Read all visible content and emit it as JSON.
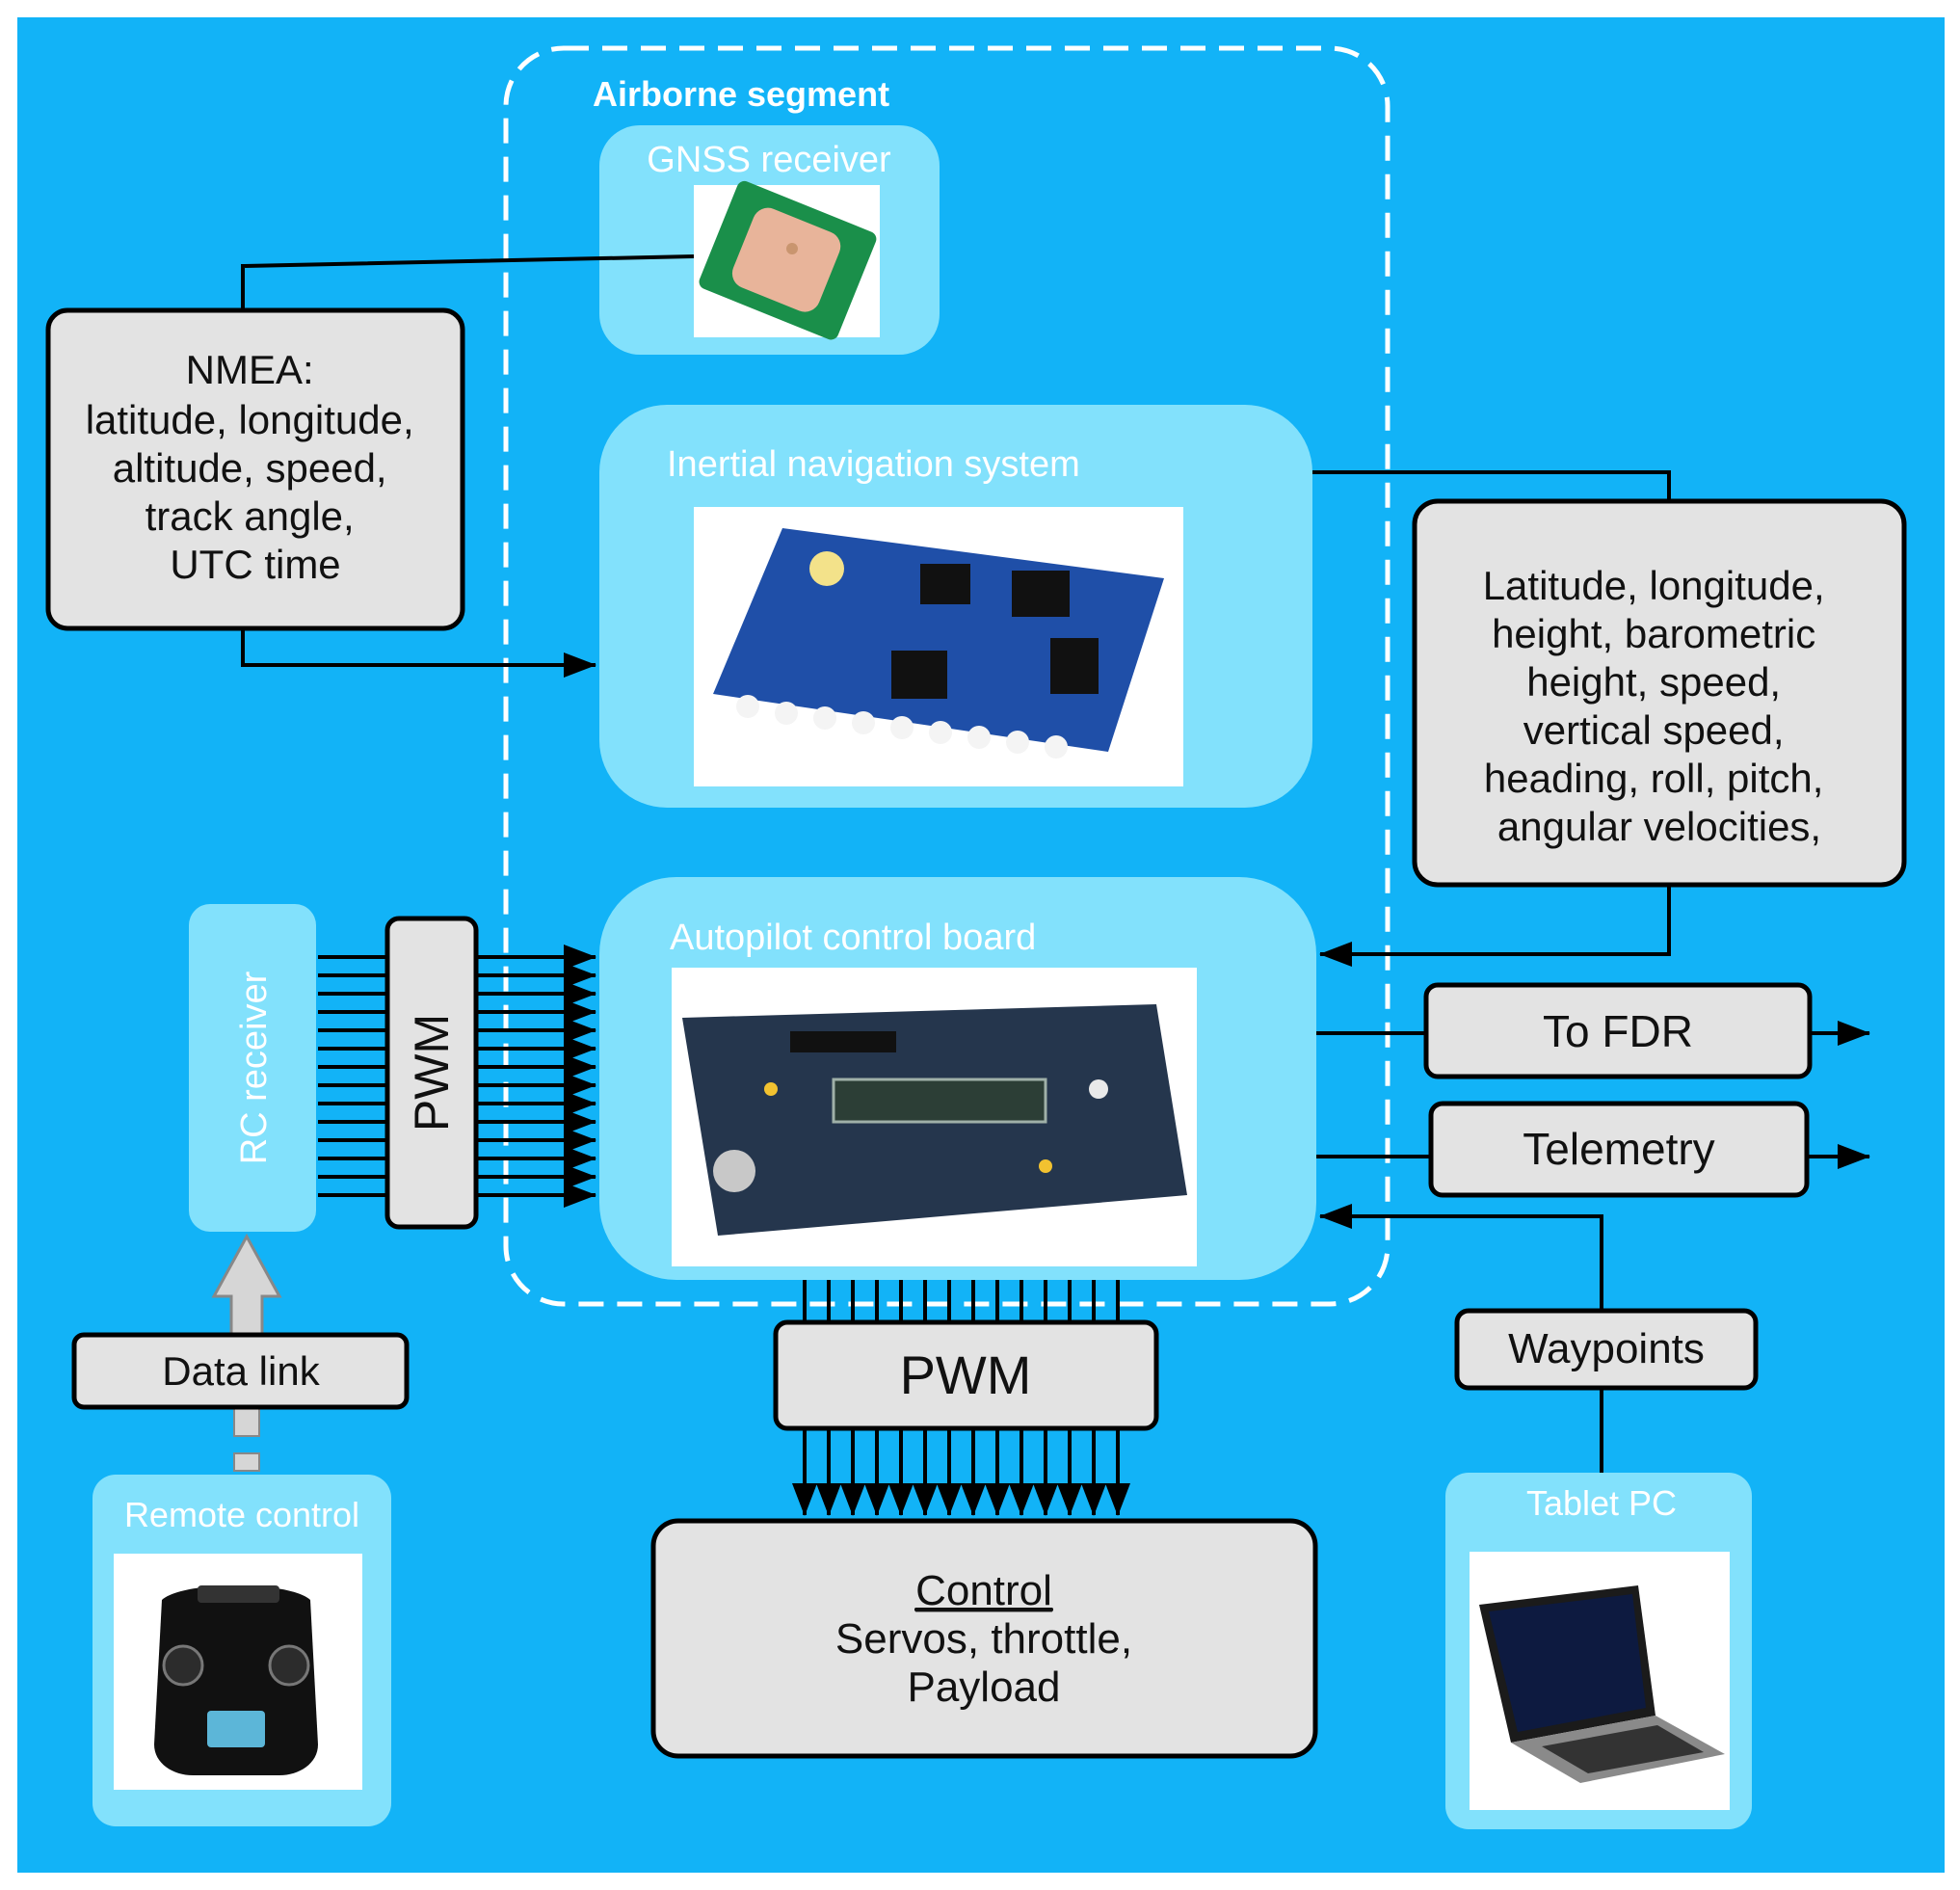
{
  "colors": {
    "background": "#12b3f7",
    "panel": "#82e1fc",
    "box_fill": "#e3e3e3",
    "line": "#000000",
    "dashed": "#ffffff"
  },
  "airborne_segment": {
    "title": "Airborne segment"
  },
  "gnss": {
    "title": "GNSS receiver",
    "image_icon": "gnss-antenna-module"
  },
  "ins": {
    "title": "Inertial navigation system",
    "image_icon": "imu-circuit-board"
  },
  "autopilot": {
    "title": "Autopilot control board",
    "image_icon": "autopilot-pcb"
  },
  "rc_receiver": {
    "title": "RC receiver"
  },
  "pwm_rc": {
    "label": "PWM"
  },
  "pwm_out": {
    "label": "PWM"
  },
  "remote_control": {
    "title": "Remote control",
    "image_icon": "rc-transmitter"
  },
  "tablet": {
    "title": "Tablet PC",
    "image_icon": "laptop"
  },
  "data_link": {
    "label": "Data link"
  },
  "nmea": {
    "lines": [
      "NMEA:",
      "latitude, longitude,",
      "altitude, speed,",
      "track angle,",
      "UTC time"
    ]
  },
  "ins_outputs": {
    "lines": [
      "Latitude, longitude,",
      "height, barometric",
      "height, speed,",
      "vertical speed,",
      "heading, roll, pitch,",
      "angular velocities,"
    ]
  },
  "to_fdr": {
    "label": "To FDR"
  },
  "telemetry": {
    "label": "Telemetry"
  },
  "waypoints": {
    "label": "Waypoints"
  },
  "control": {
    "heading": "Control",
    "line1": "Servos, throttle,",
    "line2": "Payload"
  }
}
